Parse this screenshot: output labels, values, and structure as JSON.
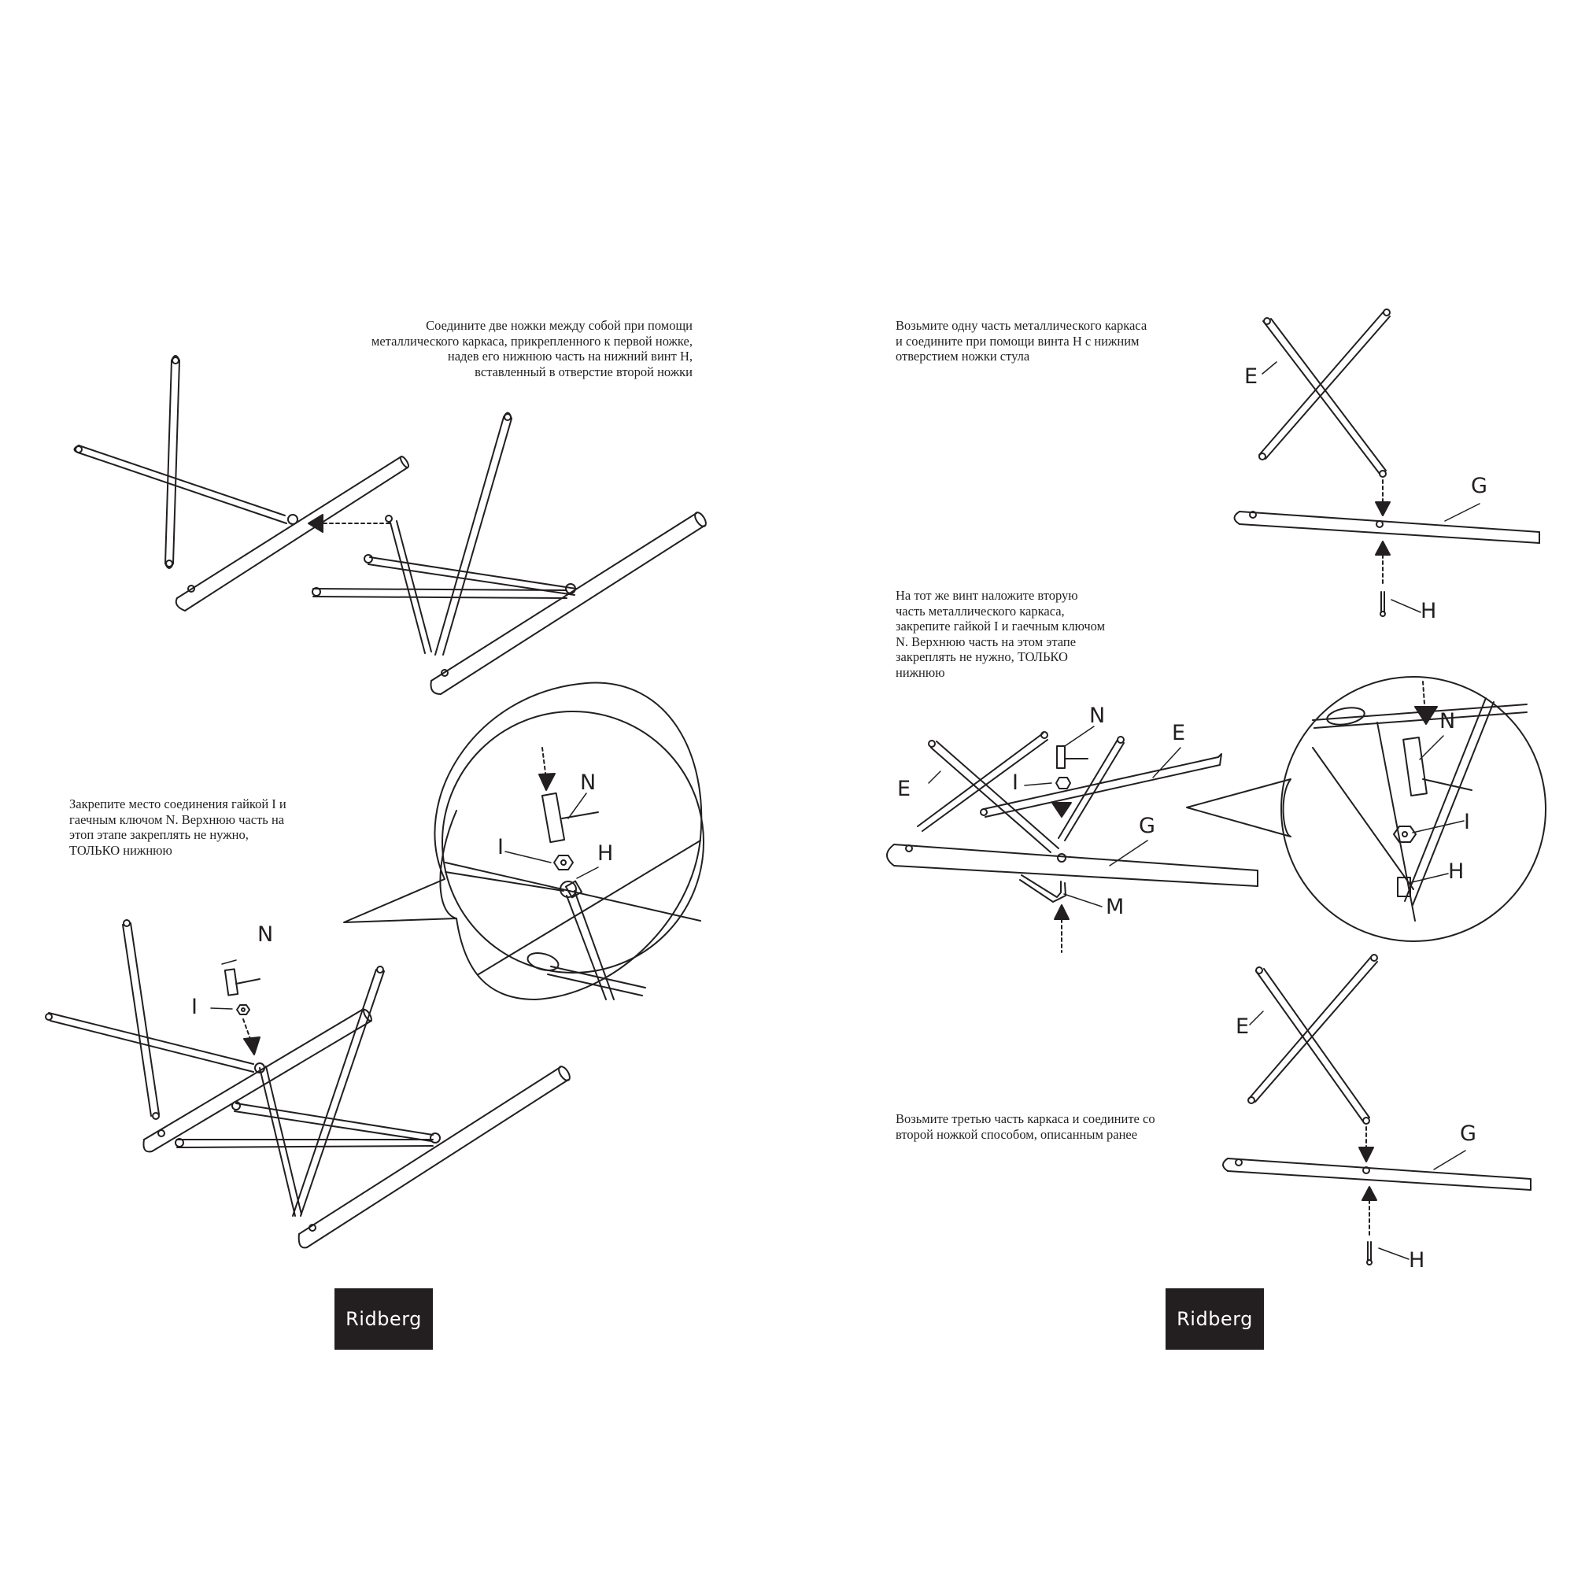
{
  "left_page": {
    "step1_text": "Соедините две ножки между собой при помощи\nметаллического каркаса, прикрепленного к первой ножке,\nнадев его нижнюю часть на нижний винт H,\nвставленный в отверстие второй ножки",
    "step2_text": "Закрепите место соединения гайкой I и\nгаечным ключом N. Верхнюю часть на\nэтоп этапе закреплять не нужно,\nТОЛЬКО нижнюю",
    "labels": {
      "n_main": "N",
      "i_main": "I",
      "n_zoom": "N",
      "i_zoom": "I",
      "h_zoom": "H"
    },
    "logo": "Ridberg"
  },
  "right_page": {
    "step1_text": "Возьмите одну часть металлического каркаса\nи соедините при помощи винта H с нижним\nотверстием ножки стула",
    "step2_text": "На тот же винт наложите вторую\nчасть металлического каркаса,\nзакрепите гайкой I и гаечным ключом\nN. Верхнюю часть на этом этапе\nзакреплять не нужно, ТОЛЬКО\nнижнюю",
    "step3_text": "Возьмите третью часть каркаса и соедините со\nвторой ножкой способом, описанным ранее",
    "labels": {
      "e_top": "E",
      "g_top": "G",
      "h_top": "H",
      "n_mid": "N",
      "e_mid_left": "E",
      "e_mid_right": "E",
      "i_mid": "I",
      "g_mid": "G",
      "m_mid": "M",
      "n_zoom": "N",
      "i_zoom": "I",
      "h_zoom": "H",
      "e_bot": "E",
      "g_bot": "G",
      "h_bot": "H"
    },
    "logo": "Ridberg"
  },
  "colors": {
    "ink": "#231f20",
    "paper": "#ffffff",
    "logo_bg": "#231f20",
    "logo_text": "#ffffff"
  },
  "icons": [
    "hex-nut-icon",
    "socket-wrench-icon",
    "bolt-icon",
    "hex-key-icon",
    "arrow-icon"
  ]
}
